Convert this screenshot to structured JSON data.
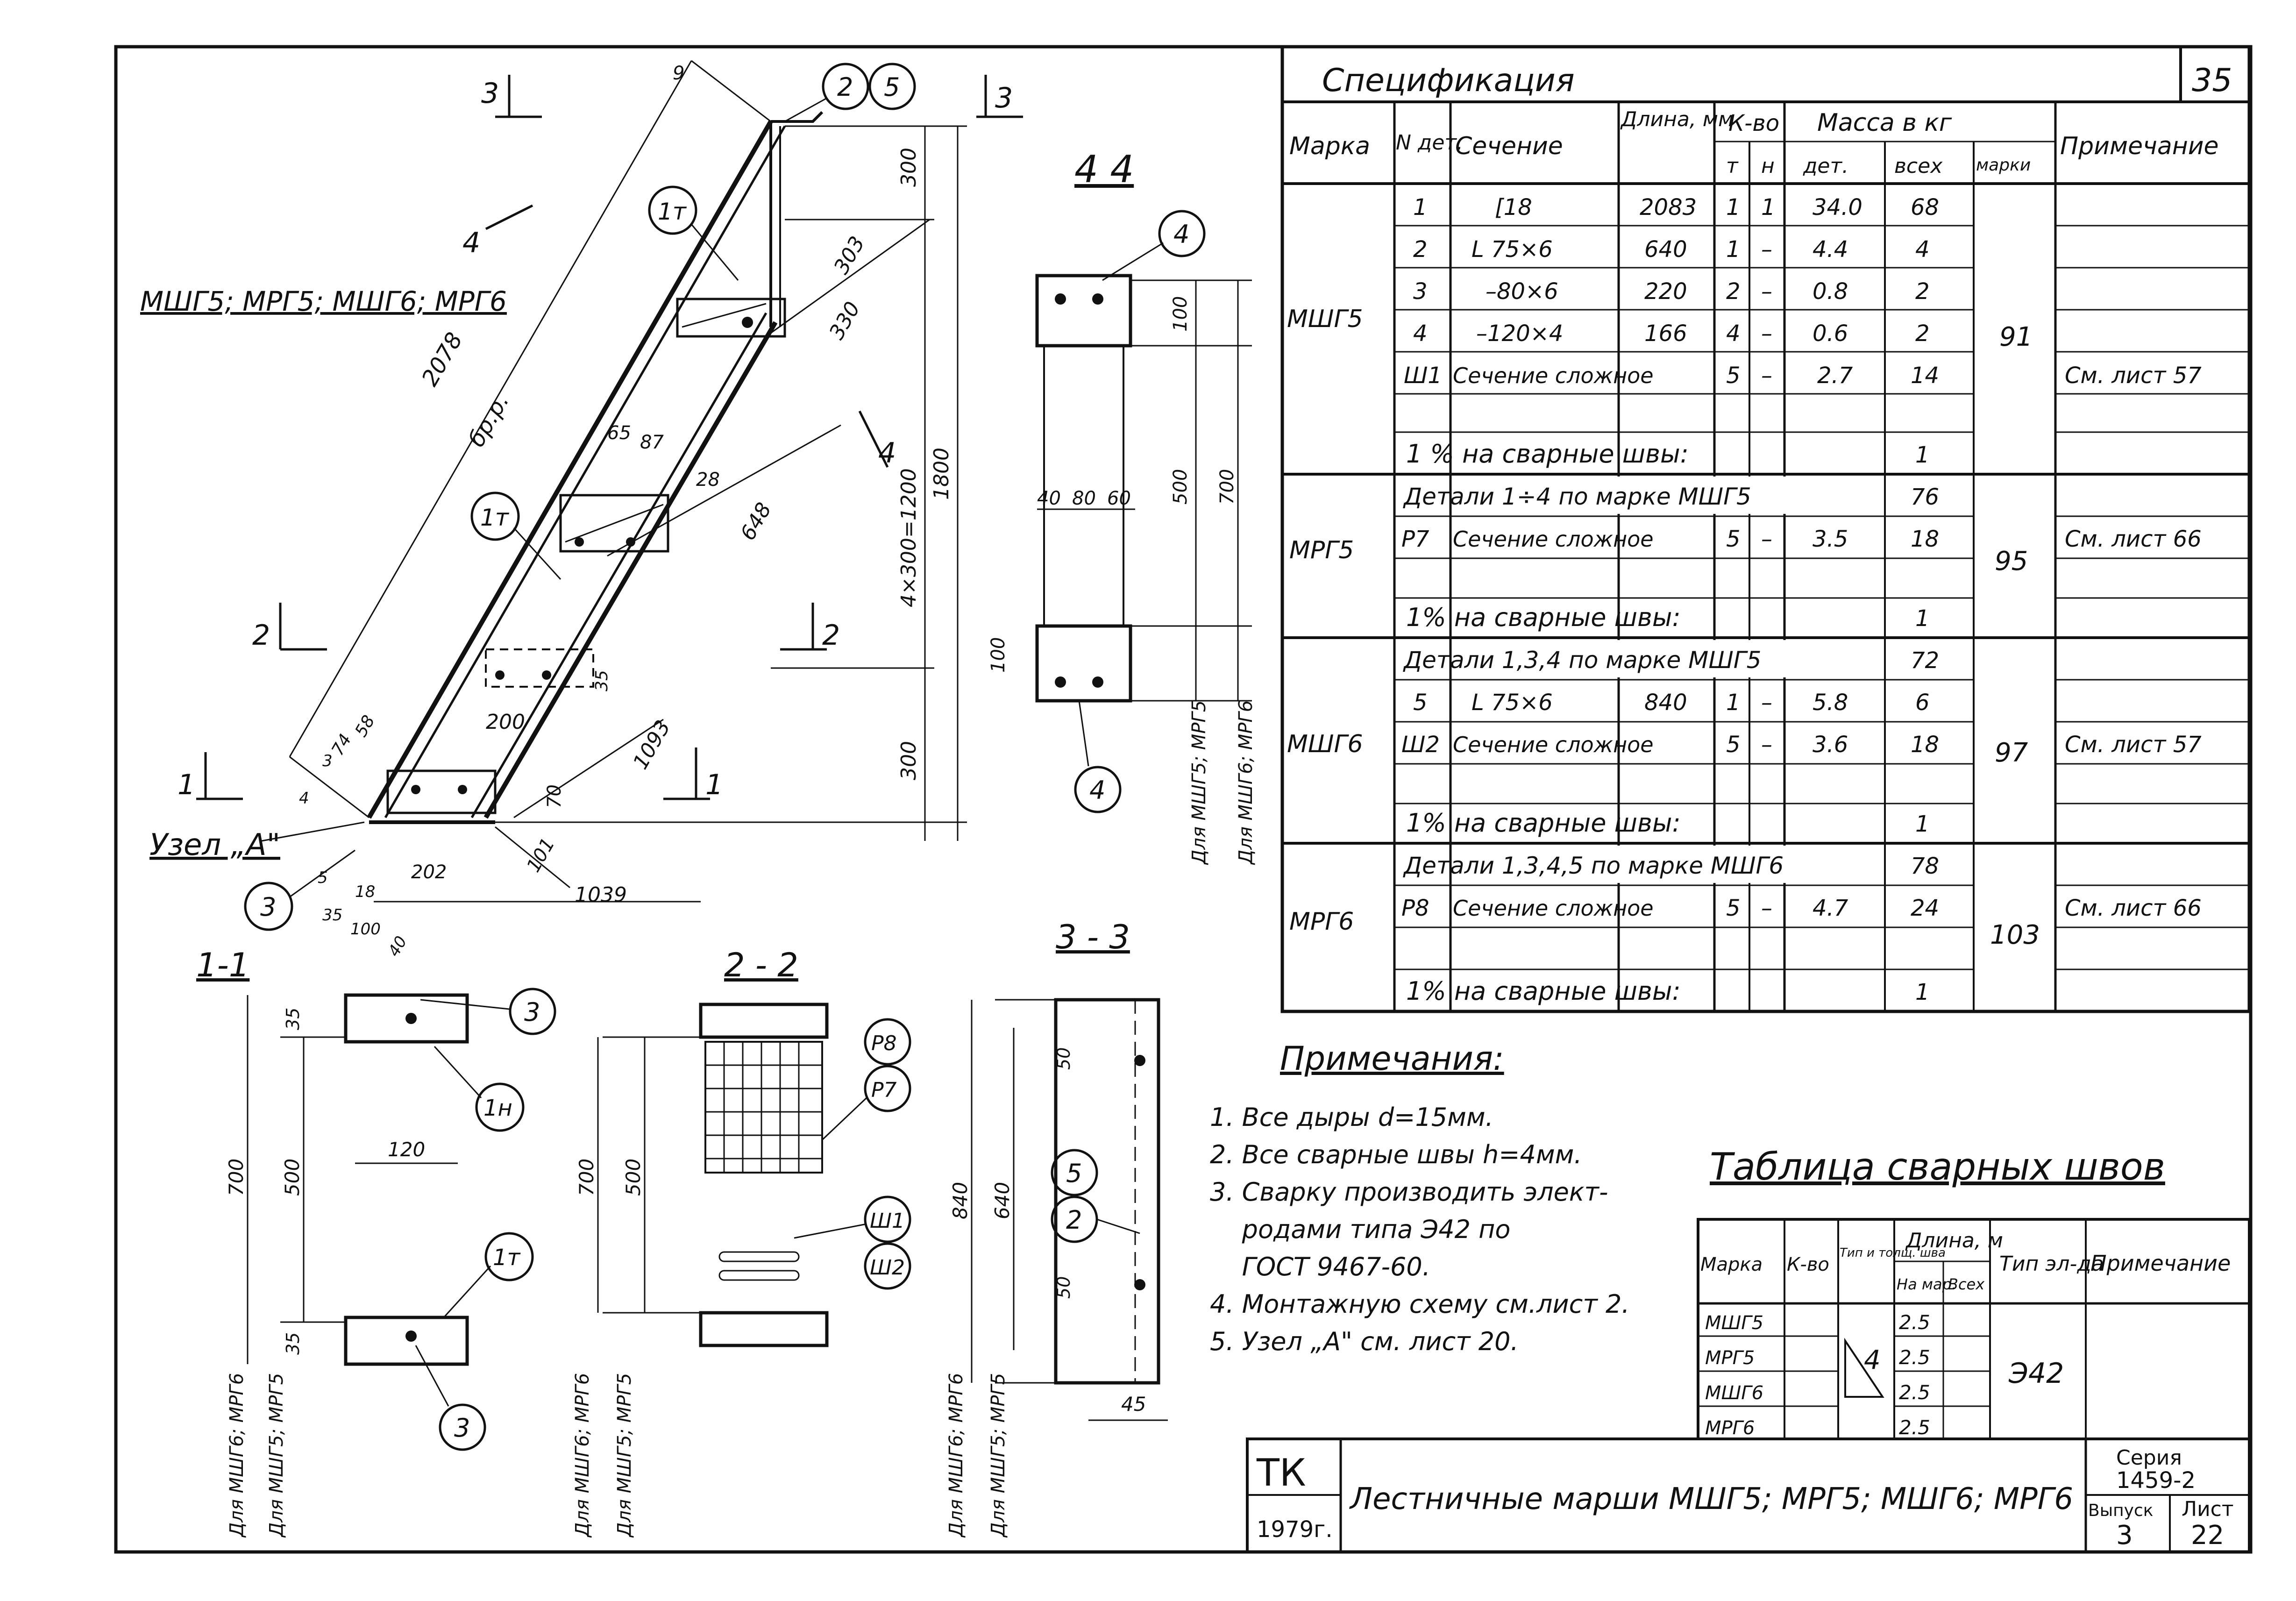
{
  "sheet_number": "35",
  "spec": {
    "title": "Спецификация",
    "headers": {
      "marka": "Марка",
      "n_det": "N дет.",
      "sechenie": "Сечение",
      "dlina": "Длина, мм",
      "kvo": "К-во",
      "kvo_t": "т",
      "kvo_n": "н",
      "massa": "Масса в кг",
      "massa_det": "дет.",
      "massa_vseh": "всех",
      "massa_marki": "марки",
      "primechanie": "Примечание"
    },
    "groups": [
      {
        "marka": "МШГ5",
        "mass_marki": "91",
        "rows": [
          {
            "n": "1",
            "sech": "[18",
            "len": "2083",
            "t": "1",
            "h": "1",
            "det": "34.0",
            "all": "68",
            "note": ""
          },
          {
            "n": "2",
            "sech": "L 75×6",
            "len": "640",
            "t": "1",
            "h": "–",
            "det": "4.4",
            "all": "4",
            "note": ""
          },
          {
            "n": "3",
            "sech": "–80×6",
            "len": "220",
            "t": "2",
            "h": "–",
            "det": "0.8",
            "all": "2",
            "note": ""
          },
          {
            "n": "4",
            "sech": "–120×4",
            "len": "166",
            "t": "4",
            "h": "–",
            "det": "0.6",
            "all": "2",
            "note": ""
          },
          {
            "n": "Ш1",
            "sech": "Сечение сложное",
            "len": "",
            "t": "5",
            "h": "–",
            "det": "2.7",
            "all": "14",
            "note": "См. лист 57"
          },
          {
            "n": "",
            "sech": "",
            "len": "",
            "t": "",
            "h": "",
            "det": "",
            "all": "",
            "note": ""
          }
        ],
        "weld": {
          "text": "1 % на сварные швы:",
          "all": "1"
        }
      },
      {
        "marka": "МРГ5",
        "mass_marki": "95",
        "rows": [
          {
            "span": "Детали 1÷4 по марке МШГ5",
            "all": "76",
            "note": ""
          },
          {
            "n": "Р7",
            "sech": "Сечение сложное",
            "len": "",
            "t": "5",
            "h": "–",
            "det": "3.5",
            "all": "18",
            "note": "См. лист 66"
          },
          {
            "n": "",
            "sech": "",
            "len": "",
            "t": "",
            "h": "",
            "det": "",
            "all": "",
            "note": ""
          }
        ],
        "weld": {
          "text": "1% на сварные швы:",
          "all": "1"
        }
      },
      {
        "marka": "МШГ6",
        "mass_marki": "97",
        "rows": [
          {
            "span": "Детали 1,3,4 по марке МШГ5",
            "all": "72",
            "note": ""
          },
          {
            "n": "5",
            "sech": "L 75×6",
            "len": "840",
            "t": "1",
            "h": "–",
            "det": "5.8",
            "all": "6",
            "note": ""
          },
          {
            "n": "Ш2",
            "sech": "Сечение сложное",
            "len": "",
            "t": "5",
            "h": "–",
            "det": "3.6",
            "all": "18",
            "note": "См. лист 57"
          },
          {
            "n": "",
            "sech": "",
            "len": "",
            "t": "",
            "h": "",
            "det": "",
            "all": "",
            "note": ""
          }
        ],
        "weld": {
          "text": "1% на сварные швы:",
          "all": "1"
        }
      },
      {
        "marka": "МРГ6",
        "mass_marki": "103",
        "rows": [
          {
            "span": "Детали 1,3,4,5 по марке МШГ6",
            "all": "78",
            "note": ""
          },
          {
            "n": "Р8",
            "sech": "Сечение сложное",
            "len": "",
            "t": "5",
            "h": "–",
            "det": "4.7",
            "all": "24",
            "note": "См. лист 66"
          },
          {
            "n": "",
            "sech": "",
            "len": "",
            "t": "",
            "h": "",
            "det": "",
            "all": "",
            "note": ""
          }
        ],
        "weld": {
          "text": "1% на сварные швы:",
          "all": "1"
        }
      }
    ]
  },
  "notes": {
    "title": "Примечания:",
    "items": [
      "1. Все дыры d=15мм.",
      "2. Все сварные швы h=4мм.",
      "3. Сварку производить элект-",
      "    родами типа Э42 по",
      "    ГОСТ 9467-60.",
      "4. Монтажную схему см.лист 2.",
      "5. Узел „А\" см. лист 20."
    ]
  },
  "weld_table": {
    "title": "Таблица сварных швов",
    "headers": {
      "marka": "Марка",
      "kvo": "К-во",
      "tip": "Тип и толщ. шва",
      "dlina": "Длина, м",
      "na_mark": "На мар.",
      "vseh": "Всех",
      "tip_el": "Тип эл-да",
      "note": "Примечание"
    },
    "rows": [
      {
        "marka": "МШГ5",
        "len": "2.5"
      },
      {
        "marka": "МРГ5",
        "len": "2.5"
      },
      {
        "marka": "МШГ6",
        "len": "2.5"
      },
      {
        "marka": "МРГ6",
        "len": "2.5"
      }
    ],
    "tip_value": "4",
    "electrode": "Э42"
  },
  "title_block": {
    "org": "ТК",
    "year": "1979г.",
    "title": "Лестничные марши МШГ5; МРГ5; МШГ6; МРГ6",
    "seria_label": "Серия",
    "seria": "1459-2",
    "vypusk_label": "Выпуск",
    "vypusk": "3",
    "list_label": "Лист",
    "list": "22"
  },
  "drawing": {
    "main_label": "МШГ5; МРГ5; МШГ6; МРГ6",
    "node_label": "Узел „А\"",
    "dims": {
      "d2078": "2078",
      "bp": "бр.р.",
      "d9": "9",
      "d300a": "300",
      "d303": "303",
      "d330": "330",
      "d65": "65",
      "d87": "87",
      "d28": "28",
      "d648": "648",
      "d4x300": "4×300=1200",
      "d1800": "1800",
      "d35": "35",
      "d200": "200",
      "d1093": "1093",
      "d300b": "300",
      "d70": "70",
      "d101": "101",
      "d1039": "1039",
      "d202": "202",
      "d74": "74",
      "d58": "58",
      "d3": "3",
      "d4": "4",
      "d5": "5",
      "d18": "18",
      "d35b": "35",
      "d100": "100",
      "d40": "40"
    },
    "sec_marks": {
      "s1": "1",
      "s2": "2",
      "s3": "3",
      "s4": "4"
    },
    "callouts": {
      "c25a": "2",
      "c25b": "5",
      "c1t_a": "1т",
      "c1t_b": "1т",
      "c3": "3"
    },
    "section_44": {
      "title": "4 4",
      "callout_top": "4",
      "callout_bot": "4",
      "d100a": "100",
      "d500": "500",
      "d700": "700",
      "d100b": "100",
      "d40": "40",
      "d80": "80",
      "d60": "60",
      "lbl_mshg5": "Для МШГ5; МРГ5",
      "lbl_mshg6": "Для МШГ6; МРГ6"
    },
    "section_11": {
      "title": "1-1",
      "c3a": "3",
      "c1n": "1н",
      "c1t": "1т",
      "c3b": "3",
      "d35a": "35",
      "d500": "500",
      "d700": "700",
      "d120": "120",
      "d35b": "35",
      "lbl_mshg6": "Для МШГ6; МРГ6",
      "lbl_mshg5": "Для МШГ5; МРГ5"
    },
    "section_22": {
      "title": "2 - 2",
      "cp8": "Р8",
      "cp7": "Р7",
      "csh1": "Ш1",
      "csh2": "Ш2",
      "d700": "700",
      "d500": "500",
      "lbl_mshg6": "Для МШГ6; МРГ6",
      "lbl_mshg5": "Для МШГ5; МРГ5"
    },
    "section_33": {
      "title": "3 - 3",
      "c5": "5",
      "c2": "2",
      "d840": "840",
      "d640": "640",
      "d50a": "50",
      "d50b": "50",
      "d45": "45",
      "lbl_mshg6": "Для МШГ6; МРГ6",
      "lbl_mshg5": "Для МШГ5; МРГ5"
    }
  }
}
